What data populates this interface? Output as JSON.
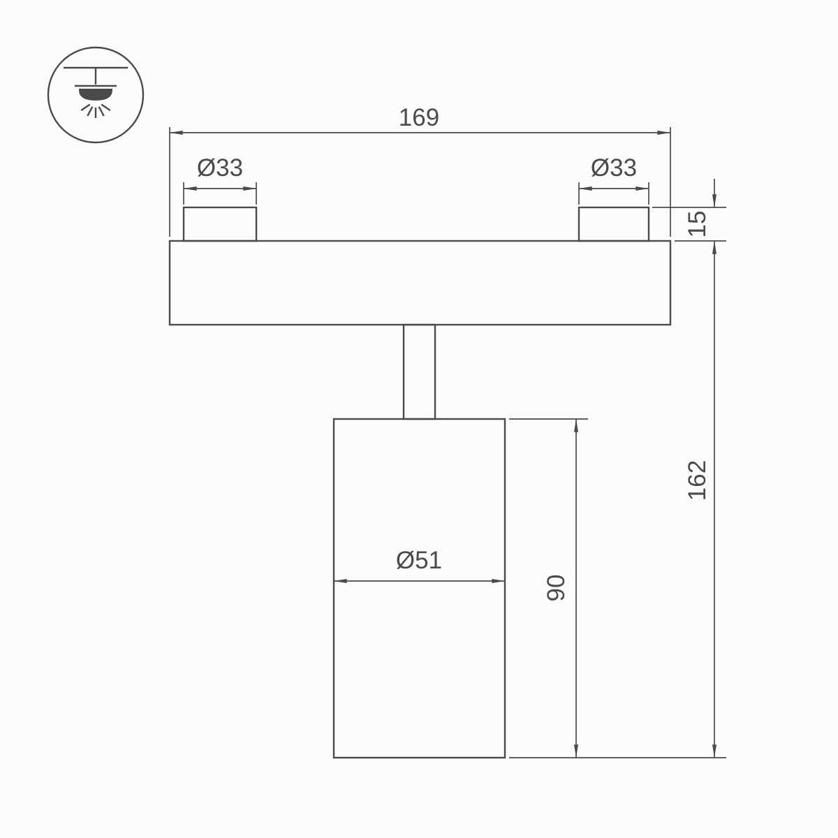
{
  "drawing": {
    "icon": {
      "name": "ceiling-mount-light",
      "style": "circle-badge-outline"
    },
    "dimensions": {
      "overall_width": "169",
      "left_boss_diameter": "Ø33",
      "right_boss_diameter": "Ø33",
      "boss_height": "15",
      "body_diameter": "Ø51",
      "body_height": "90",
      "total_height": "162"
    },
    "colors": {
      "line": "#4a4a4a",
      "text": "#4a4a4a",
      "background": "#fcfcfc"
    }
  }
}
